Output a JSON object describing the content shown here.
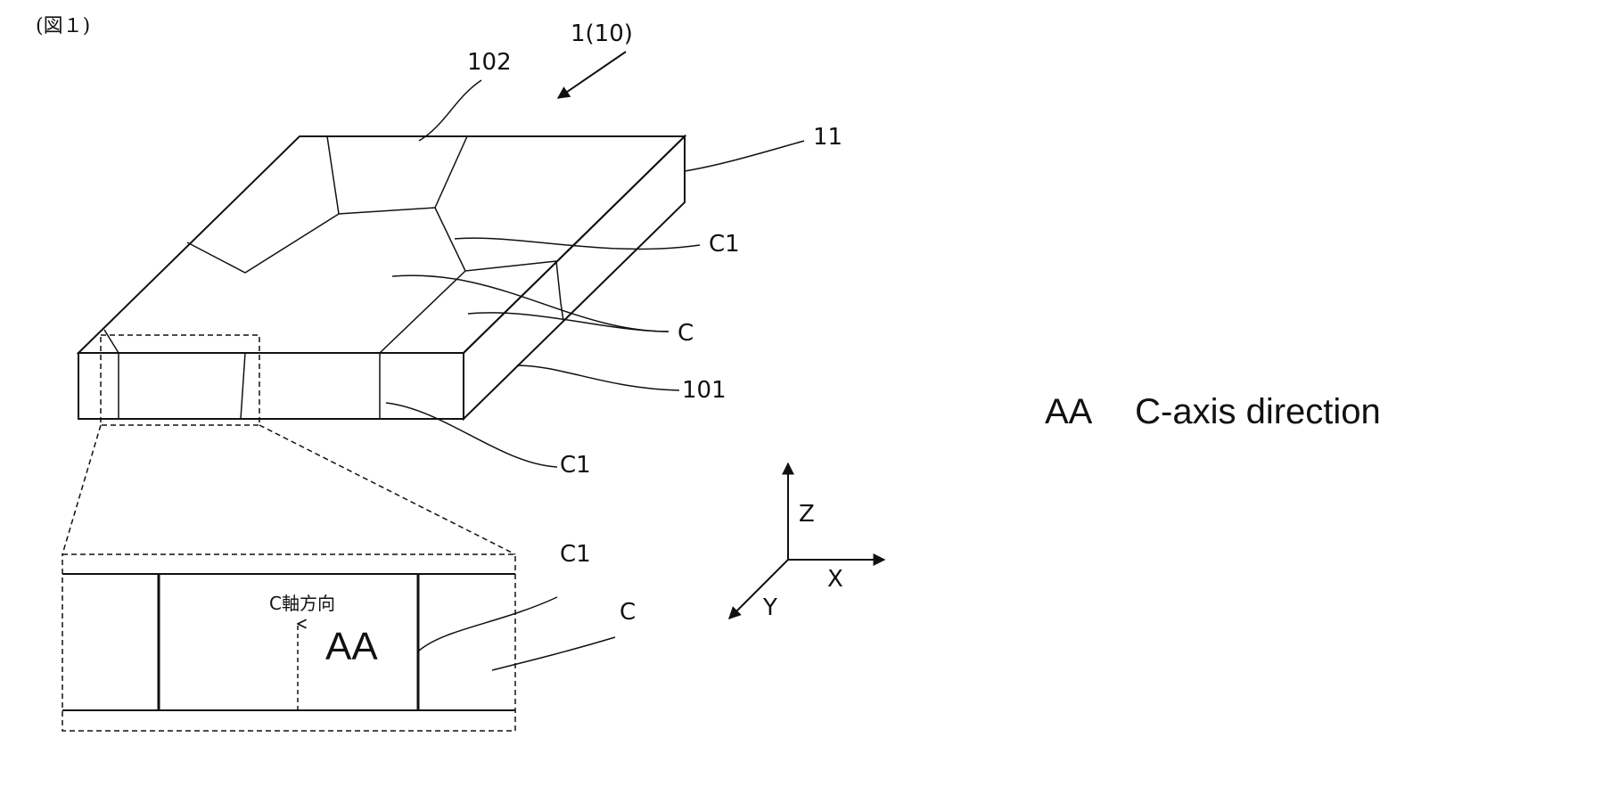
{
  "figure_label": "(図１)",
  "ref_main": "1(10)",
  "labels": {
    "top_face": "102",
    "side_face": "11",
    "c1_upper": "C1",
    "c_upper": "C",
    "front_face": "101",
    "c1_lower": "C1",
    "c1_detail": "C1",
    "c_detail": "C"
  },
  "detail": {
    "direction_text": "C軸方向",
    "code": "AA"
  },
  "axes": {
    "z": "Z",
    "x": "X",
    "y": "Y"
  },
  "legend": {
    "code": "AA",
    "meaning": "C-axis direction"
  }
}
